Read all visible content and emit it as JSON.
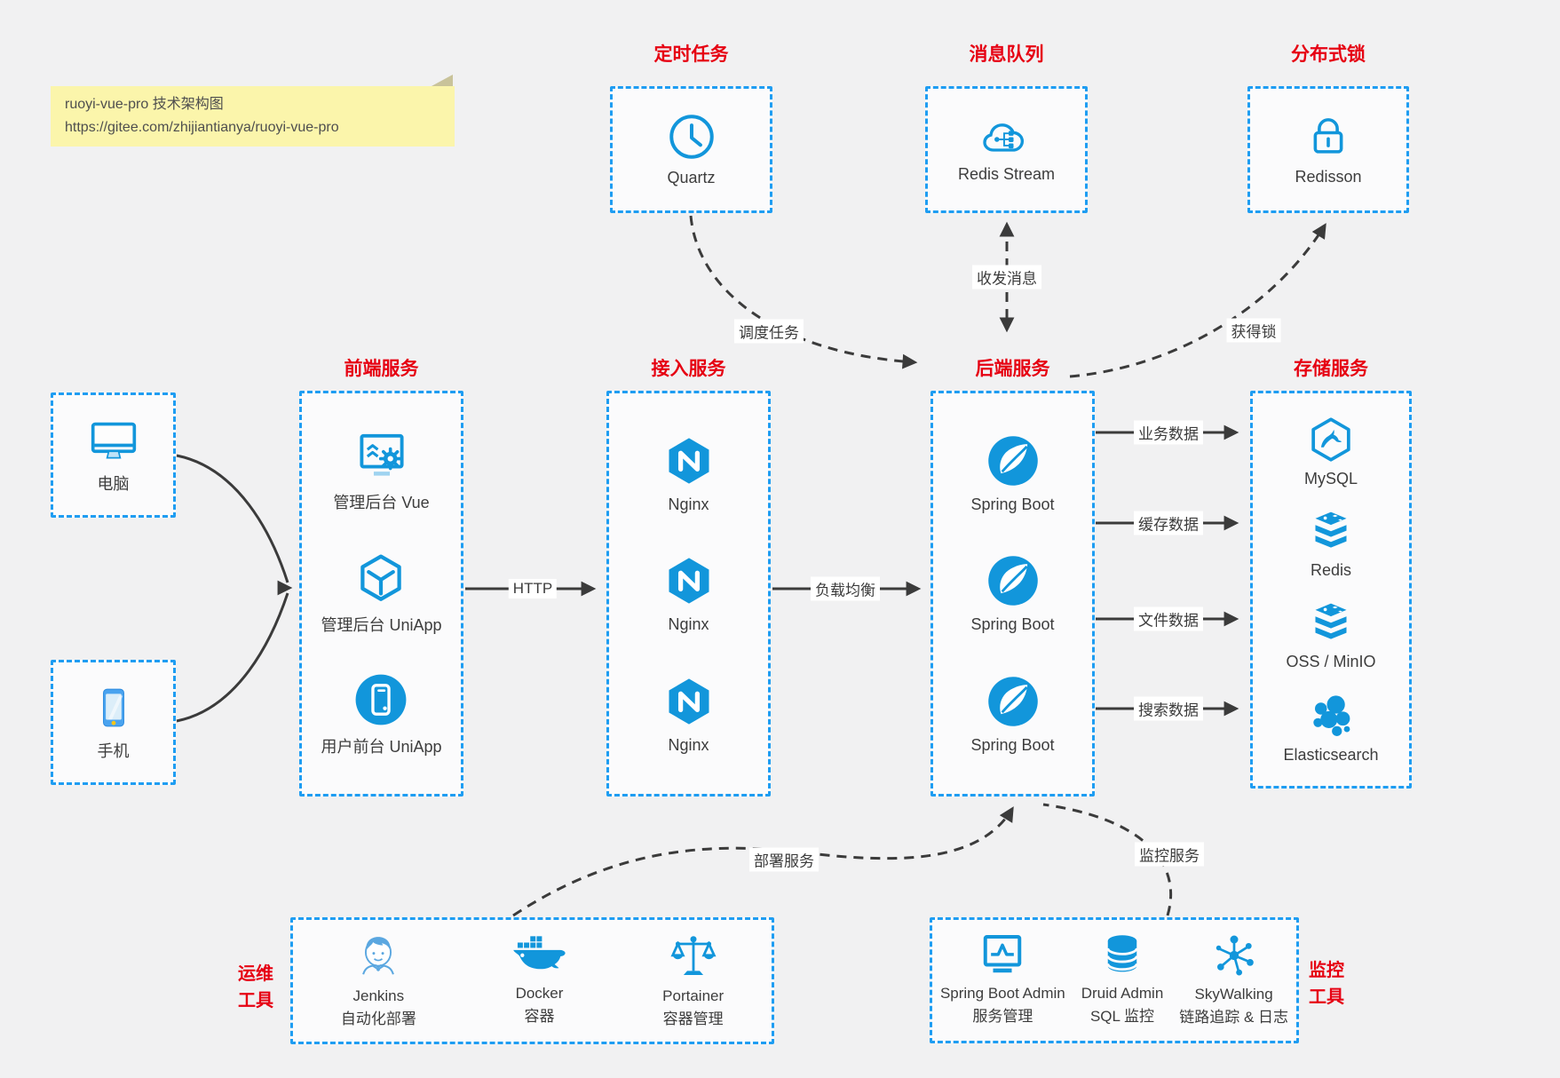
{
  "note": {
    "line1": "ruoyi-vue-pro 技术架构图",
    "line2": "https://gitee.com/zhijiantianya/ruoyi-vue-pro"
  },
  "titles": {
    "scheduled": "定时任务",
    "mq": "消息队列",
    "lock": "分布式锁",
    "frontend": "前端服务",
    "gateway": "接入服务",
    "backend": "后端服务",
    "storage": "存储服务",
    "devops_line1": "运维",
    "devops_line2": "工具",
    "monitor_line1": "监控",
    "monitor_line2": "工具"
  },
  "nodes": {
    "quartz": "Quartz",
    "redis_stream": "Redis Stream",
    "redisson": "Redisson",
    "computer": "电脑",
    "phone": "手机",
    "frontend": [
      "管理后台 Vue",
      "管理后台 UniApp",
      "用户前台 UniApp"
    ],
    "gateway": [
      "Nginx",
      "Nginx",
      "Nginx"
    ],
    "backend": [
      "Spring Boot",
      "Spring Boot",
      "Spring Boot"
    ],
    "storage": [
      "MySQL",
      "Redis",
      "OSS / MinIO",
      "Elasticsearch"
    ],
    "devops": [
      {
        "name": "Jenkins",
        "desc": "自动化部署"
      },
      {
        "name": "Docker",
        "desc": "容器"
      },
      {
        "name": "Portainer",
        "desc": "容器管理"
      }
    ],
    "monitor": [
      {
        "name": "Spring Boot Admin",
        "desc": "服务管理"
      },
      {
        "name": "Druid Admin",
        "desc": "SQL 监控"
      },
      {
        "name": "SkyWalking",
        "desc": "链路追踪 & 日志"
      }
    ]
  },
  "edges": {
    "http": "HTTP",
    "load_balance": "负载均衡",
    "schedule": "调度任务",
    "messaging": "收发消息",
    "acquire_lock": "获得锁",
    "business": "业务数据",
    "cache": "缓存数据",
    "file": "文件数据",
    "search": "搜索数据",
    "deploy": "部署服务",
    "monitoring": "监控服务"
  },
  "icons": {
    "clock-icon": "clock",
    "cloud-stream-icon": "cloud with stream nodes",
    "lock-icon": "padlock",
    "monitor-icon": "desktop computer",
    "phone-icon": "smartphone",
    "admin-vue-icon": "screen with gear",
    "uniapp-cube-icon": "hexagon cube",
    "user-app-icon": "phone in circle",
    "nginx-icon": "hexagon N",
    "spring-icon": "spring leaf",
    "mysql-icon": "dolphin hexagon",
    "redis-stack-icon": "stacked layers",
    "elasticsearch-icon": "circle cluster",
    "jenkins-icon": "butler",
    "docker-icon": "whale with containers",
    "portainer-icon": "balance scales",
    "springboot-admin-icon": "screen with pulse",
    "druid-icon": "database cylinder",
    "skywalking-icon": "node network"
  },
  "colors": {
    "accent_blue": "#1296db",
    "dash_border_blue": "#1e9df2",
    "title_red": "#e60012",
    "arrow_gray": "#3b3b3b",
    "note_yellow": "#fbf5ab"
  }
}
